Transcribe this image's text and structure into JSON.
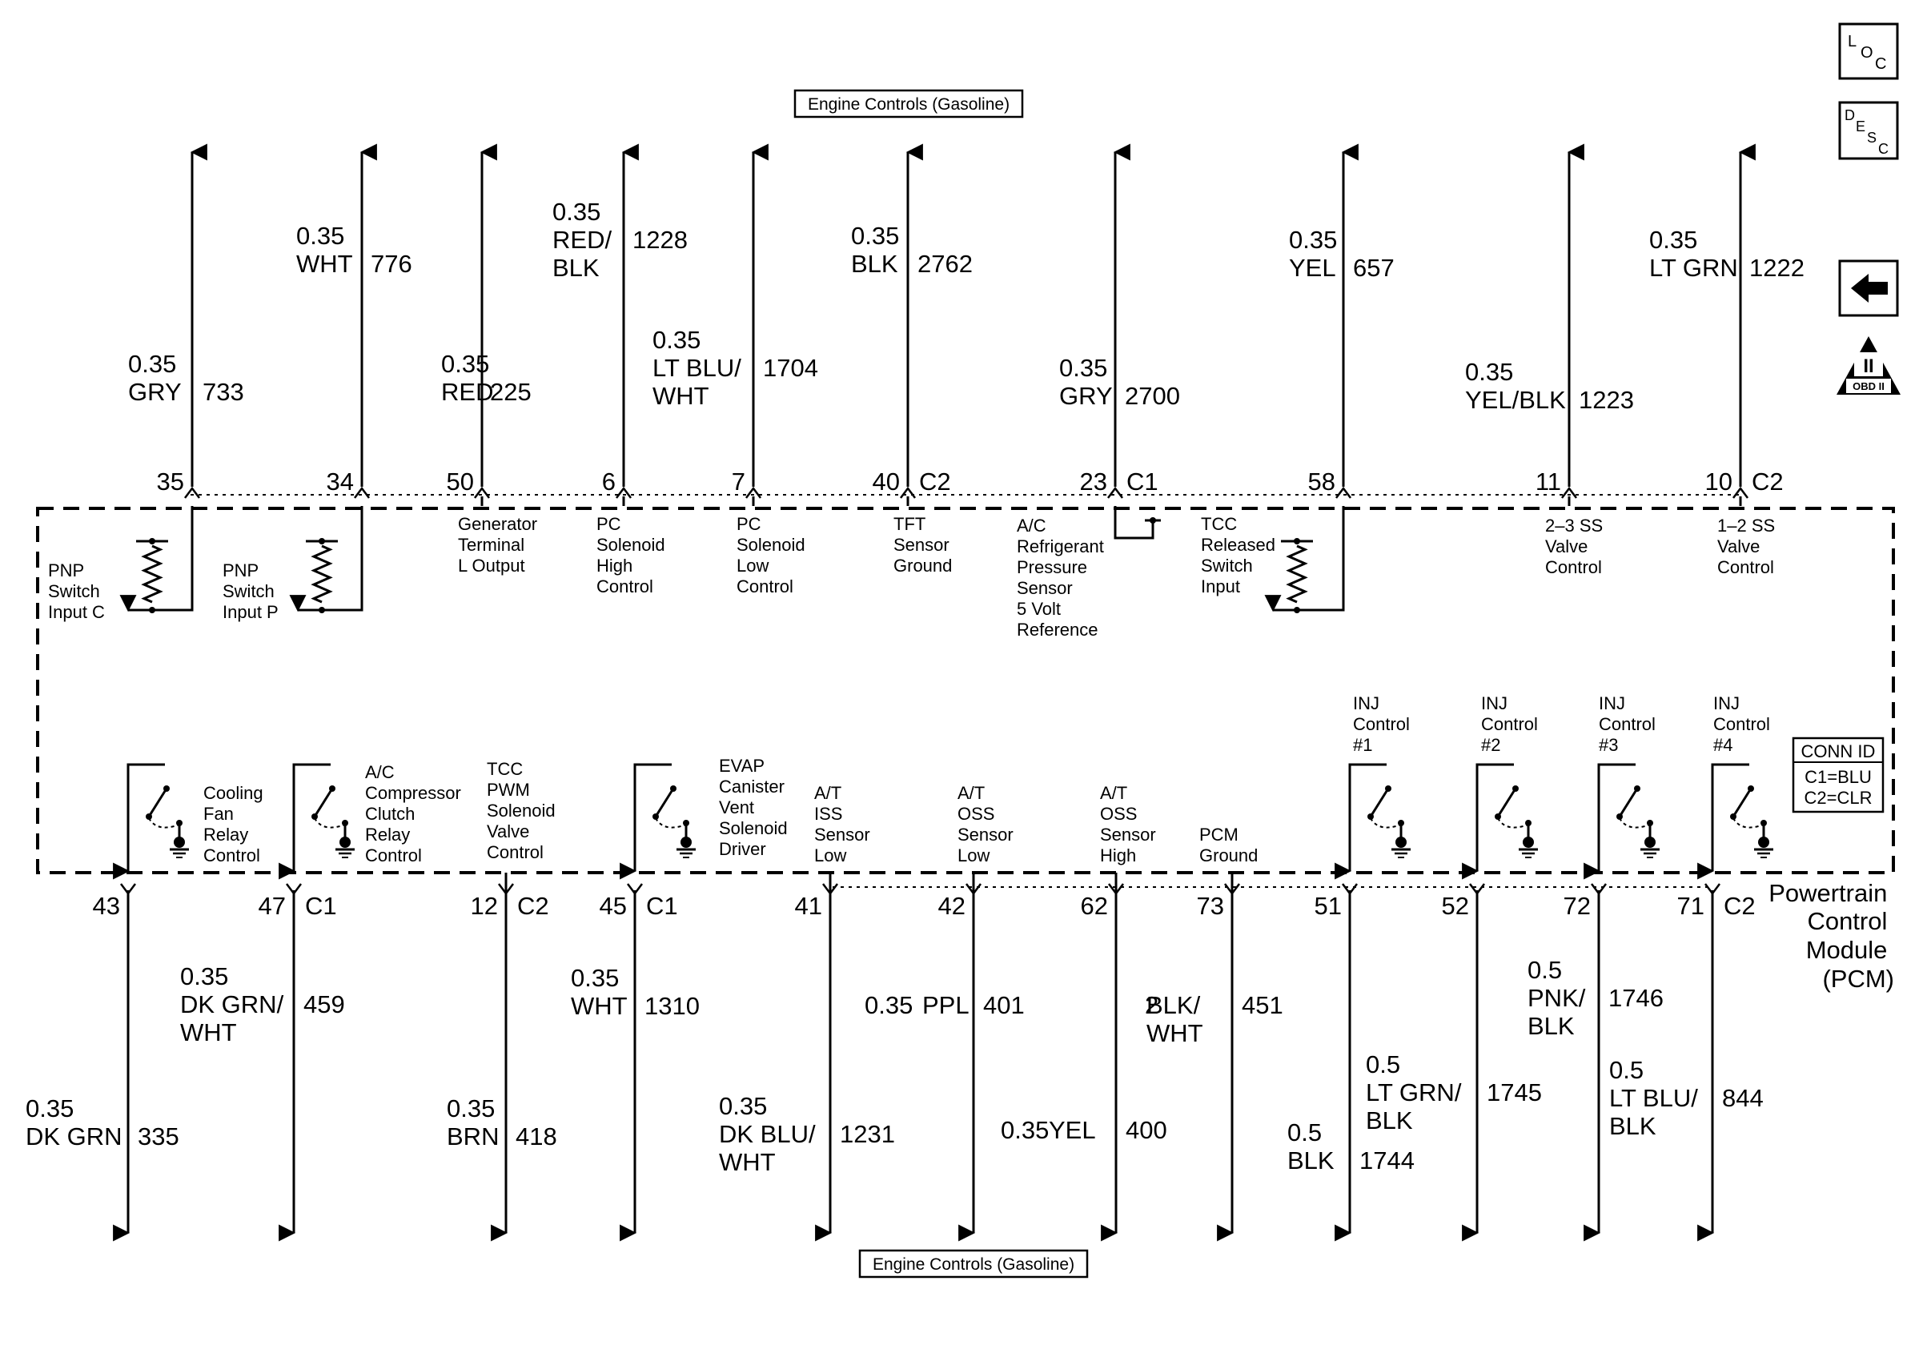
{
  "header_ref": "Engine Controls (Gasoline)",
  "footer_ref": "Engine Controls (Gasoline)",
  "side_icons": {
    "loc": [
      "L",
      "O",
      "C"
    ],
    "desc": [
      "D",
      "E",
      "S",
      "C"
    ],
    "back_icon": "back-arrow-icon",
    "obd_icon": "obd-ii-icon",
    "obd_roman": "II",
    "obd_text": "OBD II"
  },
  "module_label": [
    "Powertrain",
    "Control",
    "Module",
    "(PCM)"
  ],
  "conn_id": {
    "title": "CONN ID",
    "c1": "C1=BLU",
    "c2": "C2=CLR"
  },
  "top_wires": [
    {
      "pin": "35",
      "connector": "",
      "size": "0.35",
      "color": [
        "GRY"
      ],
      "circuit": "733",
      "func": [
        "PNP",
        "Switch",
        "Input C"
      ]
    },
    {
      "pin": "34",
      "connector": "",
      "size": "0.35",
      "color": [
        "WHT"
      ],
      "circuit": "776",
      "func": [
        "PNP",
        "Switch",
        "Input P"
      ]
    },
    {
      "pin": "50",
      "connector": "",
      "size": "0.35",
      "color": [
        "RED"
      ],
      "circuit": "225",
      "func": [
        "Generator",
        "Terminal",
        "L Output"
      ]
    },
    {
      "pin": "6",
      "connector": "",
      "size": "0.35",
      "color": [
        "RED/",
        "BLK"
      ],
      "circuit": "1228",
      "func": [
        "PC",
        "Solenoid",
        "High",
        "Control"
      ]
    },
    {
      "pin": "7",
      "connector": "",
      "size": "0.35",
      "color": [
        "LT BLU/",
        "WHT"
      ],
      "circuit": "1704",
      "func": [
        "PC",
        "Solenoid",
        "Low",
        "Control"
      ]
    },
    {
      "pin": "40",
      "connector": "C2",
      "size": "0.35",
      "color": [
        "BLK"
      ],
      "circuit": "2762",
      "func": [
        "TFT",
        "Sensor",
        "Ground"
      ]
    },
    {
      "pin": "23",
      "connector": "C1",
      "size": "0.35",
      "color": [
        "GRY"
      ],
      "circuit": "2700",
      "func": [
        "A/C",
        "Refrigerant",
        "Pressure",
        "Sensor",
        "5 Volt",
        "Reference"
      ]
    },
    {
      "pin": "58",
      "connector": "",
      "size": "0.35",
      "color": [
        "YEL"
      ],
      "circuit": "657",
      "func": [
        "TCC",
        "Released",
        "Switch",
        "Input"
      ]
    },
    {
      "pin": "11",
      "connector": "",
      "size": "0.35",
      "color": [
        "YEL/BLK"
      ],
      "circuit": "1223",
      "func": [
        "2–3 SS",
        "Valve",
        "Control"
      ]
    },
    {
      "pin": "10",
      "connector": "C2",
      "size": "0.35",
      "color": [
        "LT GRN"
      ],
      "circuit": "1222",
      "func": [
        "1–2 SS",
        "Valve",
        "Control"
      ]
    }
  ],
  "bottom_wires": [
    {
      "pin": "43",
      "connector": "",
      "size": "0.35",
      "color": [
        "DK GRN"
      ],
      "circuit": "335",
      "func": [
        "Cooling",
        "Fan",
        "Relay",
        "Control"
      ]
    },
    {
      "pin": "47",
      "connector": "C1",
      "size": "0.35",
      "color": [
        "DK GRN/",
        "WHT"
      ],
      "circuit": "459",
      "func": [
        "A/C",
        "Compressor",
        "Clutch",
        "Relay",
        "Control"
      ]
    },
    {
      "pin": "12",
      "connector": "C2",
      "size": "0.35",
      "color": [
        "BRN"
      ],
      "circuit": "418",
      "func": [
        "TCC",
        "PWM",
        "Solenoid",
        "Valve",
        "Control"
      ]
    },
    {
      "pin": "45",
      "connector": "C1",
      "size": "0.35",
      "color": [
        "WHT"
      ],
      "circuit": "1310",
      "func": [
        "EVAP",
        "Canister",
        "Vent",
        "Solenoid",
        "Driver"
      ]
    },
    {
      "pin": "41",
      "connector": "",
      "size": "0.35",
      "color": [
        "DK BLU/",
        "WHT"
      ],
      "circuit": "1231",
      "func": [
        "A/T",
        "ISS",
        "Sensor",
        "Low"
      ]
    },
    {
      "pin": "42",
      "connector": "",
      "size": "0.35",
      "color": [
        "PPL"
      ],
      "circuit": "401",
      "func": [
        "A/T",
        "OSS",
        "Sensor",
        "Low"
      ]
    },
    {
      "pin": "62",
      "connector": "",
      "size": "0.35",
      "color": [
        "YEL"
      ],
      "circuit": "400",
      "func": [
        "A/T",
        "OSS",
        "Sensor",
        "High"
      ]
    },
    {
      "pin": "73",
      "connector": "",
      "size": "2",
      "color": [
        "BLK/",
        "WHT"
      ],
      "circuit": "451",
      "func": [
        "PCM",
        "Ground"
      ]
    },
    {
      "pin": "51",
      "connector": "",
      "size": "0.5",
      "color": [
        "BLK"
      ],
      "circuit": "1744",
      "func": [
        "INJ",
        "Control",
        "#1"
      ]
    },
    {
      "pin": "52",
      "connector": "",
      "size": "0.5",
      "color": [
        "LT GRN/",
        "BLK"
      ],
      "circuit": "1745",
      "func": [
        "INJ",
        "Control",
        "#2"
      ]
    },
    {
      "pin": "72",
      "connector": "",
      "size": "0.5",
      "color": [
        "PNK/",
        "BLK"
      ],
      "circuit": "1746",
      "func": [
        "INJ",
        "Control",
        "#3"
      ]
    },
    {
      "pin": "71",
      "connector": "C2",
      "size": "0.5",
      "color": [
        "LT BLU/",
        "BLK"
      ],
      "circuit": "844",
      "func": [
        "INJ",
        "Control",
        "#4"
      ]
    }
  ]
}
